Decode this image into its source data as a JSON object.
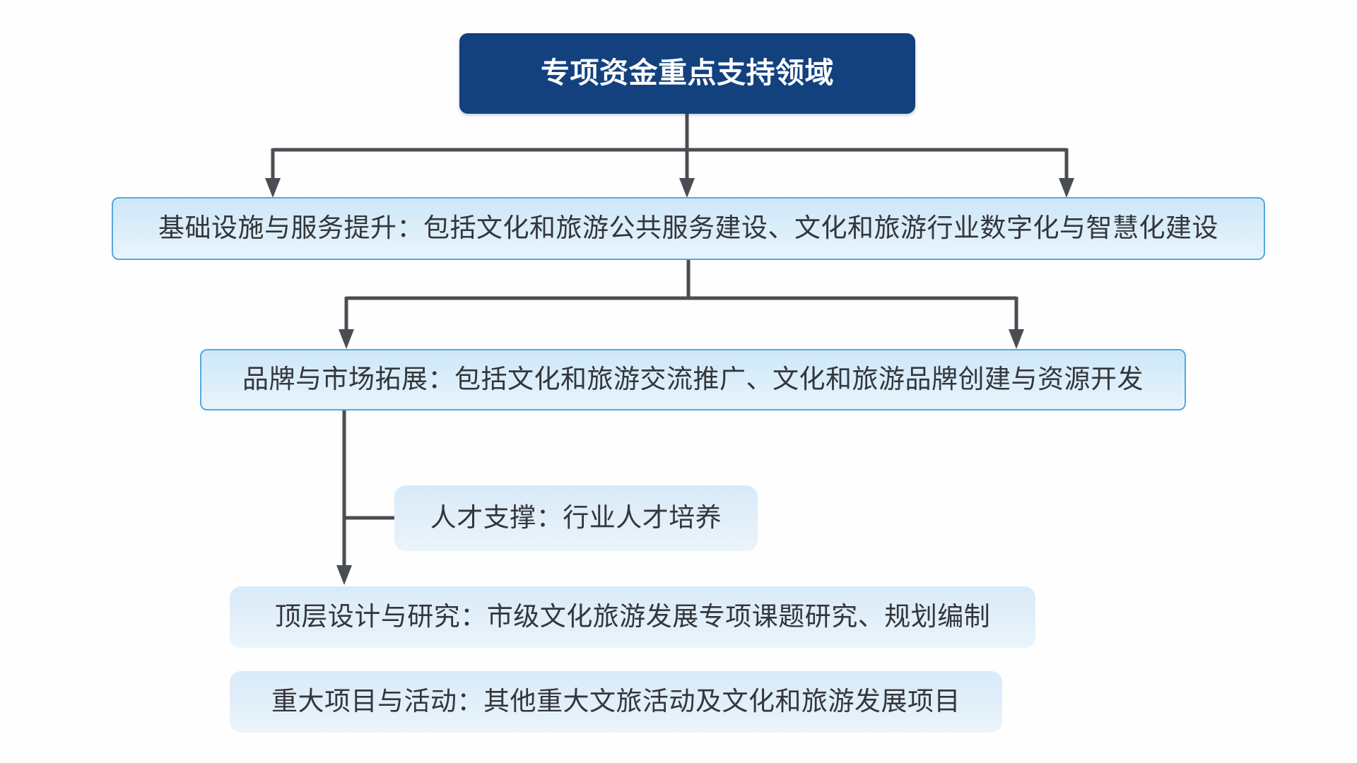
{
  "colors": {
    "background": "#fefefe",
    "header_bg": "#12417e",
    "header_text": "#ffffff",
    "box_border": "#55a8e0",
    "box_fill_top": "#cde7f8",
    "box_fill_bottom": "#e9f4fc",
    "plain_fill_top": "#d9eaf8",
    "plain_fill_bottom": "#eaf4fb",
    "line": "#4a4e53",
    "text": "#33363b"
  },
  "diagram": {
    "root": {
      "label": "专项资金重点支持领域"
    },
    "nodes": [
      {
        "id": "infrastructure",
        "label": "基础设施与服务提升：包括文化和旅游公共服务建设、文化和旅游行业数字化与智慧化建设"
      },
      {
        "id": "brand-market",
        "label": "品牌与市场拓展：包括文化和旅游交流推广、文化和旅游品牌创建与资源开发"
      },
      {
        "id": "talent",
        "label": "人才支撑：行业人才培养"
      },
      {
        "id": "top-design",
        "label": "顶层设计与研究：市级文化旅游发展专项课题研究、规划编制"
      },
      {
        "id": "major-projects",
        "label": "重大项目与活动：其他重大文旅活动及文化和旅游发展项目"
      }
    ]
  }
}
